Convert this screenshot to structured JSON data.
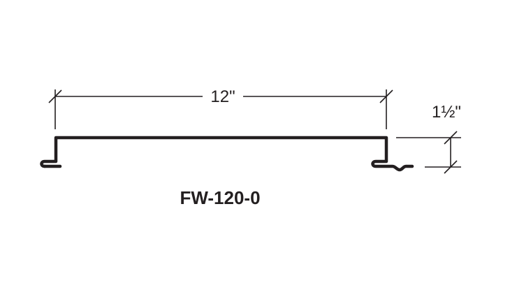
{
  "diagram": {
    "width_dimension": "12\"",
    "height_dimension": "1½\"",
    "part_label": "FW-120-0"
  },
  "colors": {
    "line": "#231f20",
    "background": "#ffffff"
  }
}
